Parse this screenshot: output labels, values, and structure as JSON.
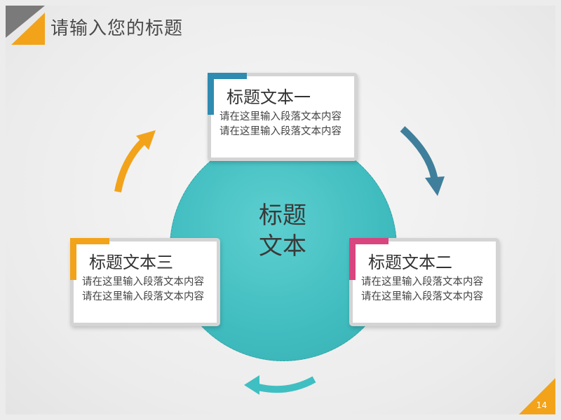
{
  "page": {
    "title": "请输入您的标题",
    "page_number": "14"
  },
  "center": {
    "line1": "标题",
    "line2": "文本"
  },
  "boxes": [
    {
      "title": "标题文本一",
      "body": "请在这里输入段落文本内容请在这里输入段落文本内容",
      "accent_color": "#2f8bb0"
    },
    {
      "title": "标题文本二",
      "body": "请在这里输入段落文本内容请在这里输入段落文本内容",
      "accent_color": "#d8457f"
    },
    {
      "title": "标题文本三",
      "body": "请在这里输入段落文本内容请在这里输入段落文本内容",
      "accent_color": "#f2a31a"
    }
  ],
  "colors": {
    "circle": "#40bcbf",
    "arrow_top_right": "#3f7f9b",
    "arrow_bottom": "#3fbfc2",
    "arrow_left": "#f2a31a",
    "corner_orange": "#f2a31a",
    "corner_gray": "#7a7a7a"
  }
}
